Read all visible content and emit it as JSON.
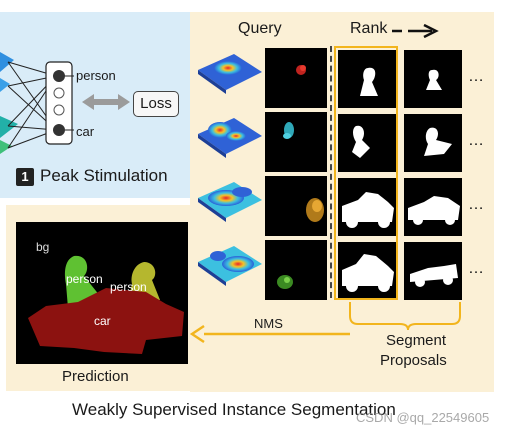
{
  "left_panel": {
    "classes": [
      "person",
      "car"
    ],
    "loss_label": "Loss",
    "step_number": "1",
    "step_label": "Peak Stimulation"
  },
  "headers": {
    "query": "Query",
    "rank": "Rank"
  },
  "prediction": {
    "labels": [
      "bg",
      "person",
      "person",
      "car"
    ],
    "title": "Prediction"
  },
  "nms_label": "NMS",
  "segment_label_line1": "Segment",
  "segment_label_line2": "Proposals",
  "caption": "Weakly Supervised Instance Segmentation",
  "watermark": "CSDN @qq_22549605",
  "ellipsis": "…",
  "colors": {
    "accent_yellow": "#f2b51d",
    "blue_panel": "#d9ecf8",
    "yellow_panel": "#fbf0d6",
    "person_green": "#5fc132",
    "person_yellow": "#b5b72e",
    "car_red": "#8c1210"
  }
}
